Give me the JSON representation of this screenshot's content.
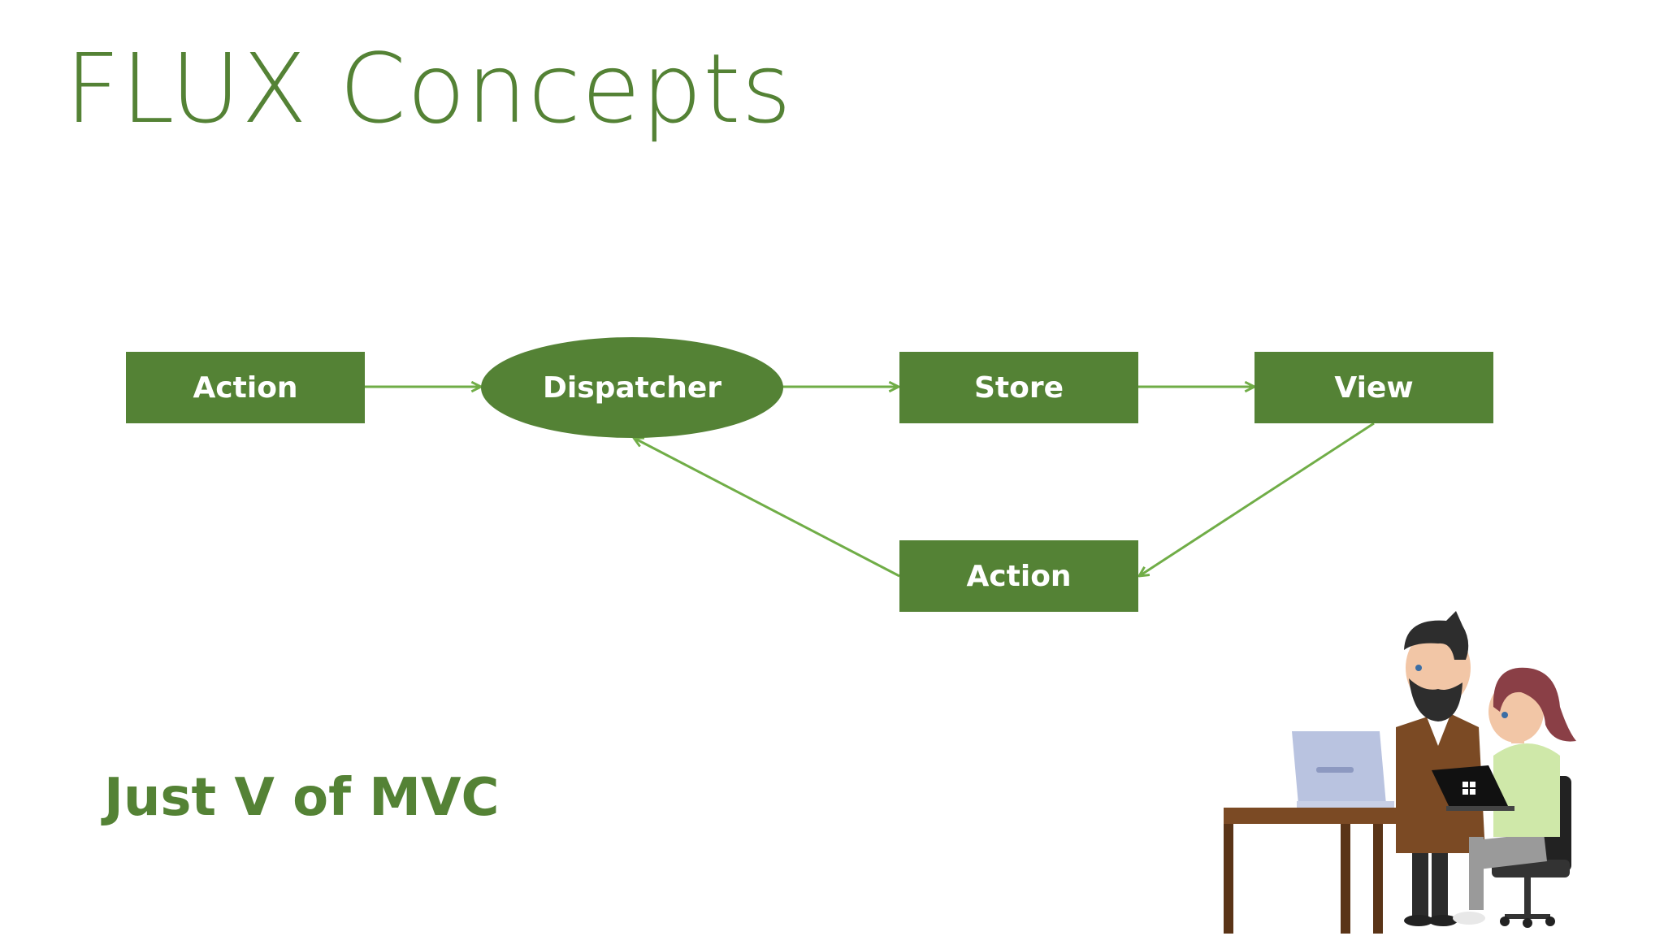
{
  "slide": {
    "title": "FLUX Concepts",
    "subtitle": "Just V of MVC"
  },
  "diagram": {
    "nodes": {
      "action_top": "Action",
      "dispatcher": "Dispatcher",
      "store": "Store",
      "view": "View",
      "action_bottom": "Action"
    },
    "edges": [
      {
        "from": "Action",
        "to": "Dispatcher"
      },
      {
        "from": "Dispatcher",
        "to": "Store"
      },
      {
        "from": "Store",
        "to": "View"
      },
      {
        "from": "View",
        "to": "Action"
      },
      {
        "from": "Action",
        "to": "Dispatcher"
      }
    ]
  },
  "colors": {
    "primary": "#548235",
    "arrow": "#70AD47",
    "background": "#FFFFFF"
  },
  "illustration": {
    "description_icon": "people-at-desk-illustration"
  }
}
